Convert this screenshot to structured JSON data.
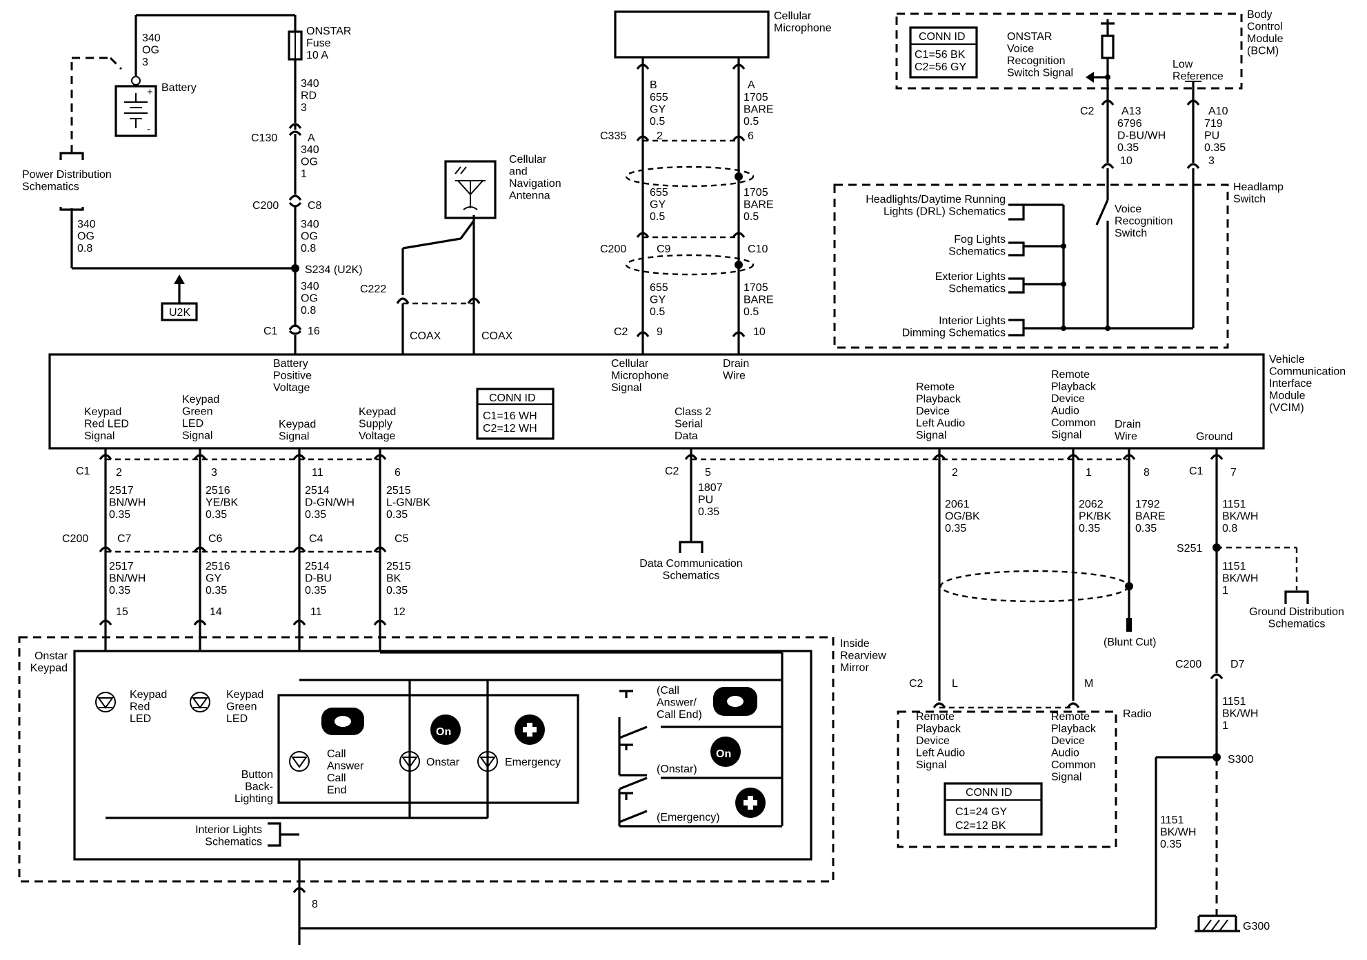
{
  "labels": {
    "cell_mic": "Cellular|Microphone",
    "bcm": "Body|Control|Module|(BCM)",
    "bcm_conn_title": "CONN ID",
    "bcm_conn_c1": "C1=56 BK",
    "bcm_conn_c2": "C2=56 GY",
    "onstar_vr_signal": "ONSTAR|Voice|Recognition|Switch Signal",
    "low_ref": "Low|Reference",
    "battery": "Battery",
    "onstar_fuse": "ONSTAR|Fuse|10 A",
    "power_dist": "Power Distribution|Schematics",
    "u2k": "U2K",
    "s234": "S234 (U2K)",
    "cell_nav_antenna": "Cellular|and|Navigation|Antenna",
    "coax": "COAX",
    "headlamp_switch": "Headlamp|Switch",
    "headlights_drl": "Headlights/Daytime Running|Lights (DRL) Schematics",
    "fog_lights": "Fog Lights|Schematics",
    "exterior_lights": "Exterior Lights|Schematics",
    "interior_dimming": "Interior Lights|Dimming Schematics",
    "voice_rec_switch": "Voice|Recognition|Switch",
    "vcim": "Vehicle|Communication|Interface|Module|(VCIM)",
    "vcim_batt": "Battery|Positive|Voltage",
    "vcim_cellmic": "Cellular|Microphone|Signal",
    "vcim_drain": "Drain|Wire",
    "vcim_conn_title": "CONN ID",
    "vcim_conn_c1": "C1=16 WH",
    "vcim_conn_c2": "C2=12 WH",
    "keypad_red": "Keypad|Red LED|Signal",
    "keypad_green": "Keypad|Green|LED|Signal",
    "keypad_signal": "Keypad|Signal",
    "keypad_supply": "Keypad|Supply|Voltage",
    "class2": "Class 2|Serial|Data",
    "rp_left": "Remote|Playback|Device|Left Audio|Signal",
    "rp_common": "Remote|Playback|Device|Audio|Common|Signal",
    "drain_wire2": "Drain|Wire",
    "ground": "Ground",
    "data_comm": "Data Communication|Schematics",
    "blunt_cut": "(Blunt Cut)",
    "ground_dist": "Ground Distribution|Schematics",
    "inside_mirror": "Inside|Rearview|Mirror",
    "onstar_keypad": "Onstar|Keypad",
    "led_red": "Keypad|Red|LED",
    "led_green": "Keypad|Green|LED",
    "button_backlight": "Button|Back-|Lighting",
    "call_answer": "Call|Answer|Call|End",
    "onstar_btn": "Onstar",
    "emergency": "Emergency",
    "sw_call": "(Call|Answer/|Call End)",
    "sw_onstar": "(Onstar)",
    "sw_emergency": "(Emergency)",
    "interior_lights": "Interior Lights|Schematics",
    "radio": "Radio",
    "radio_left": "Remote|Playback|Device|Left Audio|Signal",
    "radio_common": "Remote|Playback|Device|Audio|Common|Signal",
    "radio_conn_title": "CONN ID",
    "radio_conn_c1": "C1=24 GY",
    "radio_conn_c2": "C2=12 BK",
    "g300": "G300"
  },
  "connectors": [
    {
      "id": "c130",
      "text": "C130"
    },
    {
      "id": "c130_pin",
      "text": "A"
    },
    {
      "id": "c200_top",
      "text": "C200"
    },
    {
      "id": "c200_top_pin",
      "text": "C8"
    },
    {
      "id": "c1_top",
      "text": "C1"
    },
    {
      "id": "c1_top_pin",
      "text": "16"
    },
    {
      "id": "c222",
      "text": "C222"
    },
    {
      "id": "c335",
      "text": "C335"
    },
    {
      "id": "mic_pin_b",
      "text": "B"
    },
    {
      "id": "mic_pin_a",
      "text": "A"
    },
    {
      "id": "c335_p2",
      "text": "2"
    },
    {
      "id": "c335_p6",
      "text": "6"
    },
    {
      "id": "c200_mid",
      "text": "C200"
    },
    {
      "id": "c200_c9",
      "text": "C9"
    },
    {
      "id": "c200_c10",
      "text": "C10"
    },
    {
      "id": "c2_top",
      "text": "C2"
    },
    {
      "id": "c2_top_p9",
      "text": "9"
    },
    {
      "id": "c2_top_p10",
      "text": "10"
    },
    {
      "id": "bcm_c2",
      "text": "C2"
    },
    {
      "id": "bcm_a13",
      "text": "A13"
    },
    {
      "id": "bcm_a10",
      "text": "A10"
    },
    {
      "id": "bcm_p10",
      "text": "10"
    },
    {
      "id": "bcm_p3",
      "text": "3"
    },
    {
      "id": "c1_bot",
      "text": "C1"
    },
    {
      "id": "kp_p2",
      "text": "2"
    },
    {
      "id": "kp_p3",
      "text": "3"
    },
    {
      "id": "kp_p11",
      "text": "11"
    },
    {
      "id": "kp_p6",
      "text": "6"
    },
    {
      "id": "c2_bot",
      "text": "C2"
    },
    {
      "id": "class2_p5",
      "text": "5"
    },
    {
      "id": "rp_p2",
      "text": "2"
    },
    {
      "id": "rp_p1",
      "text": "1"
    },
    {
      "id": "drain_p8",
      "text": "8"
    },
    {
      "id": "c1_gnd",
      "text": "C1"
    },
    {
      "id": "gnd_p7",
      "text": "7"
    },
    {
      "id": "c200_low",
      "text": "C200"
    },
    {
      "id": "c7",
      "text": "C7"
    },
    {
      "id": "c6",
      "text": "C6"
    },
    {
      "id": "c4",
      "text": "C4"
    },
    {
      "id": "c5",
      "text": "C5"
    },
    {
      "id": "m15",
      "text": "15"
    },
    {
      "id": "m14",
      "text": "14"
    },
    {
      "id": "m11",
      "text": "11"
    },
    {
      "id": "m12",
      "text": "12"
    },
    {
      "id": "m8",
      "text": "8"
    },
    {
      "id": "s251",
      "text": "S251"
    },
    {
      "id": "c200_d7",
      "text": "C200"
    },
    {
      "id": "d7",
      "text": "D7"
    },
    {
      "id": "s300",
      "text": "S300"
    },
    {
      "id": "radio_c2",
      "text": "C2"
    },
    {
      "id": "radio_l",
      "text": "L"
    },
    {
      "id": "radio_m",
      "text": "M"
    }
  ],
  "wires": [
    {
      "id": "w_batt_top",
      "text": "340|OG|3"
    },
    {
      "id": "w_fuse_out",
      "text": "340|RD|3"
    },
    {
      "id": "w_c130_c200",
      "text": "340|OG|1"
    },
    {
      "id": "w_c200_s234",
      "text": "340|OG|0.8"
    },
    {
      "id": "w_pd",
      "text": "340|OG|0.8"
    },
    {
      "id": "w_s234_vcim",
      "text": "340|OG|0.8"
    },
    {
      "id": "w_mic_b1",
      "text": "655|GY|0.5"
    },
    {
      "id": "w_mic_a1",
      "text": "1705|BARE|0.5"
    },
    {
      "id": "w_mic_b2",
      "text": "655|GY|0.5"
    },
    {
      "id": "w_mic_a2",
      "text": "1705|BARE|0.5"
    },
    {
      "id": "w_mic_b3",
      "text": "655|GY|0.5"
    },
    {
      "id": "w_mic_a3",
      "text": "1705|BARE|0.5"
    },
    {
      "id": "w_bcm_a13",
      "text": "6796|D-BU/WH|0.35"
    },
    {
      "id": "w_bcm_a10",
      "text": "719|PU|0.35"
    },
    {
      "id": "w_kp_red1",
      "text": "2517|BN/WH|0.35"
    },
    {
      "id": "w_kp_grn1",
      "text": "2516|YE/BK|0.35"
    },
    {
      "id": "w_kp_sig1",
      "text": "2514|D-GN/WH|0.35"
    },
    {
      "id": "w_kp_sup1",
      "text": "2515|L-GN/BK|0.35"
    },
    {
      "id": "w_class2",
      "text": "1807|PU|0.35"
    },
    {
      "id": "w_rp_left",
      "text": "2061|OG/BK|0.35"
    },
    {
      "id": "w_rp_common",
      "text": "2062|PK/BK|0.35"
    },
    {
      "id": "w_drain2",
      "text": "1792|BARE|0.35"
    },
    {
      "id": "w_gnd1",
      "text": "1151|BK/WH|0.8"
    },
    {
      "id": "w_kp_red2",
      "text": "2517|BN/WH|0.35"
    },
    {
      "id": "w_kp_grn2",
      "text": "2516|GY|0.35"
    },
    {
      "id": "w_kp_sig2",
      "text": "2514|D-BU|0.35"
    },
    {
      "id": "w_kp_sup2",
      "text": "2515|BK|0.35"
    },
    {
      "id": "w_gnd2",
      "text": "1151|BK/WH|1"
    },
    {
      "id": "w_gnd3",
      "text": "1151|BK/WH|1"
    },
    {
      "id": "w_gnd4",
      "text": "1151|BK/WH|0.35"
    }
  ]
}
